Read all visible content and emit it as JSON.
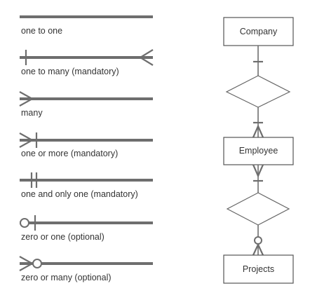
{
  "legend": [
    {
      "label": "one to one"
    },
    {
      "label": "one to many (mandatory)"
    },
    {
      "label": "many"
    },
    {
      "label": "one or more (mandatory)"
    },
    {
      "label": "one and only one (mandatory)"
    },
    {
      "label": "zero or one (optional)"
    },
    {
      "label": "zero or many (optional)"
    }
  ],
  "entities": {
    "company": "Company",
    "employee": "Employee",
    "projects": "Projects"
  },
  "colors": {
    "line": "#6e6e6e",
    "text": "#333333",
    "box": "#555555"
  }
}
